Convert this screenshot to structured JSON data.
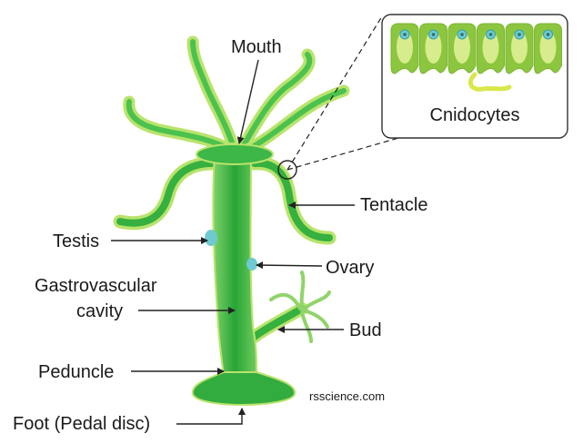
{
  "labels": {
    "mouth": "Mouth",
    "tentacle": "Tentacle",
    "testis": "Testis",
    "ovary": "Ovary",
    "gastrovascular_line1": "Gastrovascular",
    "gastrovascular_line2": "cavity",
    "bud": "Bud",
    "peduncle": "Peduncle",
    "foot": "Foot (Pedal disc)",
    "cnidocytes": "Cnidocytes"
  },
  "credit": "rsscience.com",
  "colors": {
    "body_dark": "#2eab3a",
    "body_mid": "#4cc24e",
    "body_light": "#b9e36c",
    "cell_light": "#d7ec8c",
    "cell_dark": "#8cc63f",
    "nucleus": "#6ecad0",
    "arrow": "#222222"
  }
}
